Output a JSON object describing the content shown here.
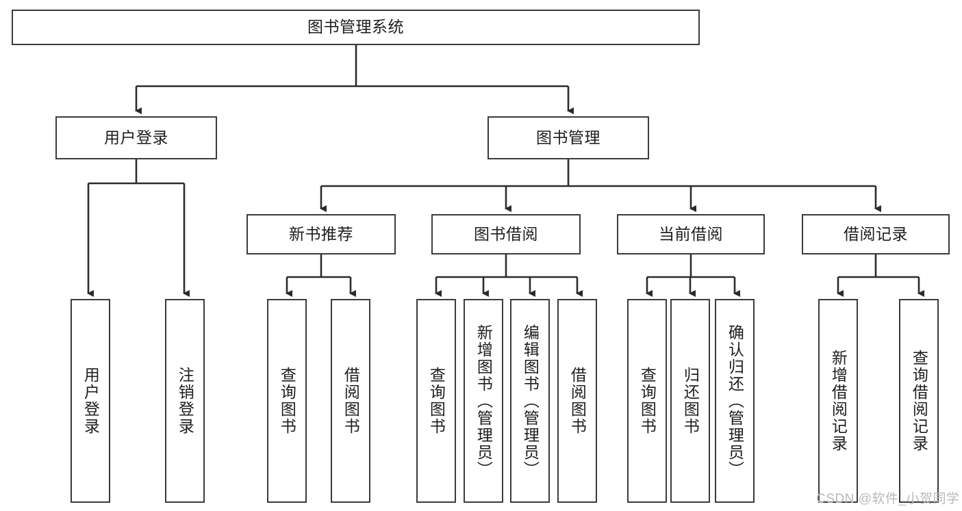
{
  "diagram": {
    "type": "tree-hierarchy",
    "title": "图书管理系统",
    "watermark": "CSDN @软件_小贺同学",
    "colors": {
      "box_border": "#3b3b3b",
      "box_fill": "#ffffff",
      "connector": "#2b2b2b",
      "text": "#1d1d1d",
      "watermark": "#b9b9b9"
    },
    "nodes": {
      "root": {
        "label": "图书管理系统",
        "level": 1
      },
      "l2": [
        {
          "id": "user-login",
          "label": "用户登录"
        },
        {
          "id": "book-manage",
          "label": "图书管理"
        }
      ],
      "l3": [
        {
          "id": "new-book-recommend",
          "label": "新书推荐",
          "parent": "book-manage"
        },
        {
          "id": "book-borrow",
          "label": "图书借阅",
          "parent": "book-manage"
        },
        {
          "id": "current-borrow",
          "label": "当前借阅",
          "parent": "book-manage"
        },
        {
          "id": "borrow-record",
          "label": "借阅记录",
          "parent": "book-manage"
        }
      ],
      "leaves": [
        {
          "id": "leaf-user-login",
          "label": "用户登录",
          "parent": "user-login"
        },
        {
          "id": "leaf-logout-login",
          "label": "注销登录",
          "parent": "user-login"
        },
        {
          "id": "leaf-query-book-1",
          "label": "查询图书",
          "parent": "new-book-recommend"
        },
        {
          "id": "leaf-borrow-book-1",
          "label": "借阅图书",
          "parent": "new-book-recommend"
        },
        {
          "id": "leaf-query-book-2",
          "label": "查询图书",
          "parent": "book-borrow"
        },
        {
          "id": "leaf-add-book",
          "label": "新增图书（管理员）",
          "parent": "book-borrow"
        },
        {
          "id": "leaf-edit-book",
          "label": "编辑图书（管理员）",
          "parent": "book-borrow"
        },
        {
          "id": "leaf-borrow-book-2",
          "label": "借阅图书",
          "parent": "book-borrow"
        },
        {
          "id": "leaf-query-book-3",
          "label": "查询图书",
          "parent": "current-borrow"
        },
        {
          "id": "leaf-return-book",
          "label": "归还图书",
          "parent": "current-borrow"
        },
        {
          "id": "leaf-confirm-return",
          "label": "确认归还（管理员）",
          "parent": "current-borrow"
        },
        {
          "id": "leaf-add-record",
          "label": "新增借阅记录",
          "parent": "borrow-record"
        },
        {
          "id": "leaf-query-record",
          "label": "查询借阅记录",
          "parent": "borrow-record"
        }
      ]
    }
  }
}
